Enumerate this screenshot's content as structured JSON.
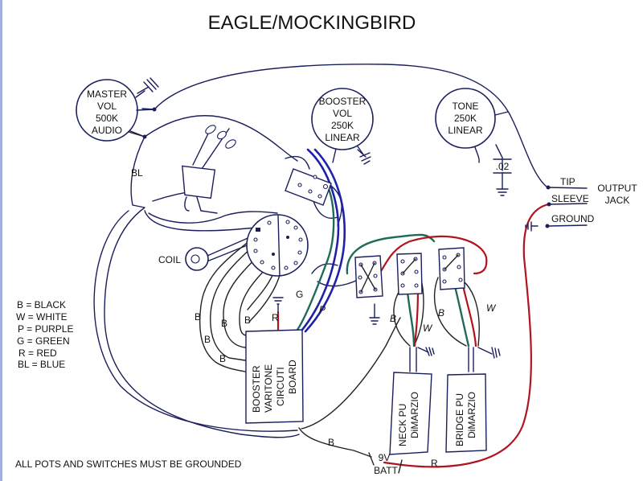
{
  "title": "EAGLE/MOCKINGBIRD",
  "components": {
    "master_vol": [
      "MASTER",
      "VOL",
      "500K",
      "AUDIO"
    ],
    "booster_vol": [
      "BOOSTER",
      "VOL",
      "250K",
      "LINEAR"
    ],
    "tone": [
      "TONE",
      "250K",
      "LINEAR"
    ],
    "capacitor": ".02",
    "coil": "COIL",
    "circuit_board": [
      "BOOSTER",
      "VARITONE",
      "CIRCUTI",
      "BOARD"
    ],
    "neck_pickup": [
      "NECK PU",
      "DiMARZIO"
    ],
    "bridge_pickup": [
      "BRIDGE PU",
      "DiMARZIO"
    ],
    "battery": [
      "9V",
      "BATT"
    ],
    "output_jack": {
      "title": [
        "OUTPUT",
        "JACK"
      ],
      "tip": "TIP",
      "sleeve": "SLEEVE",
      "ground": "GROUND"
    }
  },
  "wire_labels": {
    "blue": "BL",
    "green": "G",
    "purple": "P",
    "red": "R",
    "black": "B",
    "white": "W"
  },
  "legend": [
    "B = BLACK",
    "W = WHITE",
    "P = PURPLE",
    "G = GREEN",
    "R = RED",
    "BL = BLUE"
  ],
  "footer_note": "ALL POTS AND SWITCHES MUST BE GROUNDED",
  "colors": {
    "wire_default": "#1a1f5c",
    "wire_blue": "#1d22a8",
    "wire_green": "#1f6b5a",
    "wire_red": "#b3121f"
  }
}
